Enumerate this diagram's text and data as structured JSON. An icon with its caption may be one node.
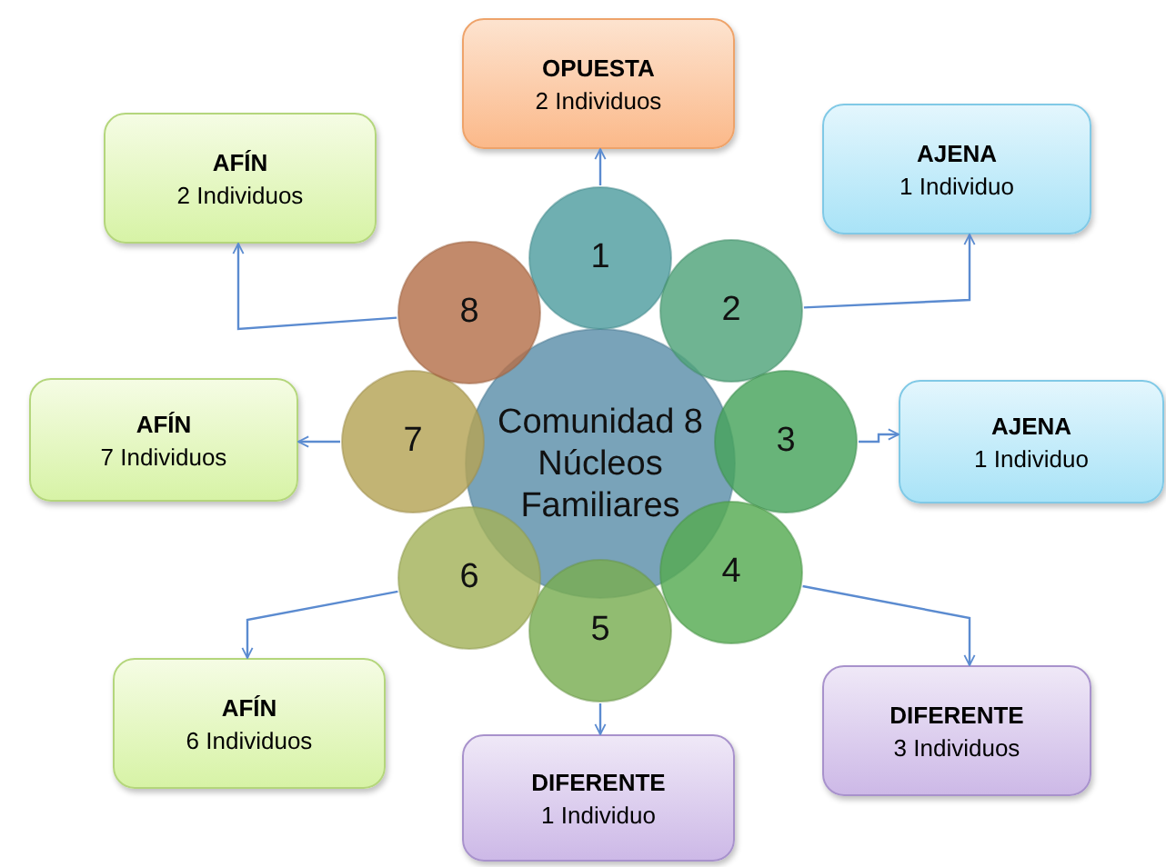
{
  "diagram": {
    "nodes": [
      {
        "text": [
          "Comunidad 8 Núcleos Familiares"
        ]
      },
      {
        "text": [
          "1"
        ]
      },
      {
        "text": [
          "2"
        ]
      },
      {
        "text": [
          "3"
        ]
      },
      {
        "text": [
          "4"
        ]
      },
      {
        "text": [
          "5"
        ]
      },
      {
        "text": [
          "6"
        ]
      },
      {
        "text": [
          "7"
        ]
      },
      {
        "text": [
          "8"
        ]
      },
      {
        "text": [
          "OPUESTA",
          "2 Individuos"
        ]
      },
      {
        "text": [
          "AJENA",
          "1 Individuo"
        ]
      },
      {
        "text": [
          "AJENA",
          "1 Individuo"
        ]
      },
      {
        "text": [
          "DIFERENTE",
          "3 Individuos"
        ]
      },
      {
        "text": [
          "DIFERENTE",
          "1 Individuo"
        ]
      },
      {
        "text": [
          "AFÍN",
          "6 Individuos"
        ]
      },
      {
        "text": [
          "AFÍN",
          "7 Individuos"
        ]
      },
      {
        "text": [
          "AFÍN",
          "2 Individuos"
        ]
      }
    ],
    "edges": [
      {
        "from": 1,
        "to": 9,
        "arrow": "to"
      },
      {
        "from": 2,
        "to": 10,
        "arrow": "to"
      },
      {
        "from": 3,
        "to": 11,
        "arrow": "to"
      },
      {
        "from": 4,
        "to": 12,
        "arrow": "to"
      },
      {
        "from": 5,
        "to": 13,
        "arrow": "to"
      },
      {
        "from": 6,
        "to": 14,
        "arrow": "to"
      },
      {
        "from": 7,
        "to": 15,
        "arrow": "to"
      },
      {
        "from": 8,
        "to": 16,
        "arrow": "to"
      }
    ]
  }
}
